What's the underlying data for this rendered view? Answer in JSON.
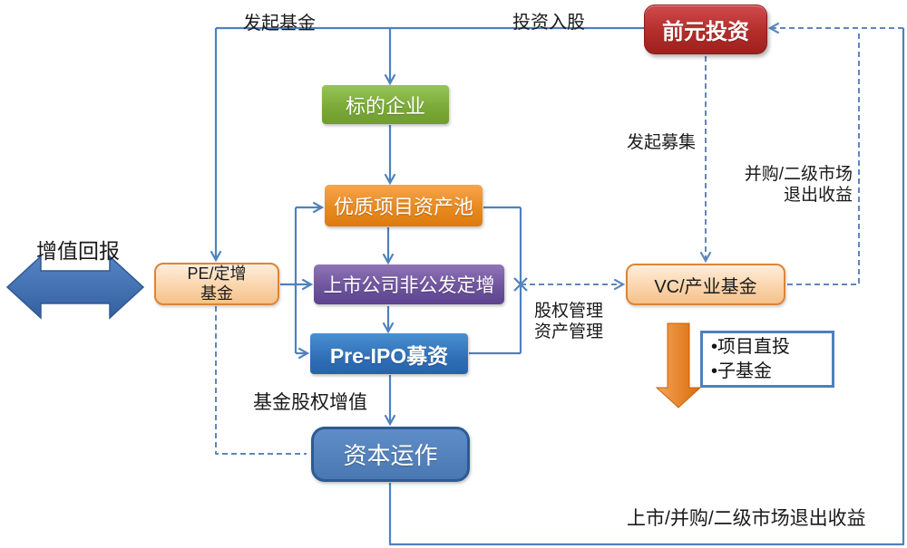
{
  "nodes": {
    "qianyuan": {
      "label": "前元投资"
    },
    "target_company": {
      "label": "标的企业"
    },
    "asset_pool": {
      "label": "优质项目资产池"
    },
    "private_placement": {
      "label": "上市公司非公发定增"
    },
    "pre_ipo": {
      "label": "Pre-IPO募资"
    },
    "pe_fund": {
      "line1": "PE/定增",
      "line2": "基金"
    },
    "vc_fund": {
      "label": "VC/产业基金"
    },
    "capital_operation": {
      "label": "资本运作"
    },
    "invest_box": {
      "items": [
        "•项目直投",
        "•子基金"
      ]
    }
  },
  "labels": {
    "initiate_fund": "发起基金",
    "invest_stake": "投资入股",
    "initiate_raise": "发起募集",
    "ma_exit_line1": "并购/二级市场",
    "ma_exit_line2": "退出收益",
    "mgmt_line1": "股权管理",
    "mgmt_line2": "资产管理",
    "value_return": "增值回报",
    "fund_equity_appreciation": "基金股权增值",
    "bottom_exit_income": "上市/并购/二级市场退出收益"
  },
  "colors": {
    "connector_blue": "#4F81BD",
    "dashed_blue": "#5E86BC",
    "red_node": "#B42D2A",
    "green_node": "#7AA937",
    "orange_node": "#E88A1F",
    "purple_node": "#6D529C",
    "blue_node": "#2F6FB6",
    "light_orange_fill": "#FBD9B4",
    "light_orange_border": "#DD8435",
    "capital_fill": "#4F81BD",
    "capital_border": "#2D5A94",
    "big_arrow_blue": "#4070B4",
    "big_arrow_orange": "#E07C17"
  }
}
